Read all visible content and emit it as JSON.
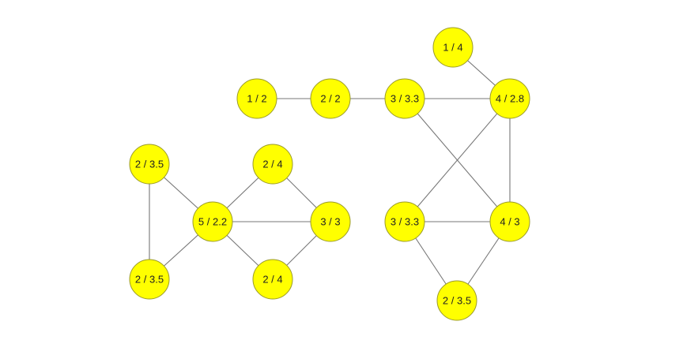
{
  "colors": {
    "node_fill": "#ffff00",
    "node_stroke": "#9a9a2a",
    "edge": "#777777",
    "label": "#222222",
    "background": "#ffffff"
  },
  "nodes": [
    {
      "id": "a1",
      "label": "1 / 4"
    },
    {
      "id": "a2",
      "label": "1 / 2"
    },
    {
      "id": "a3",
      "label": "2 / 2"
    },
    {
      "id": "a4",
      "label": "3 / 3.3"
    },
    {
      "id": "a5",
      "label": "4 / 2.8"
    },
    {
      "id": "a6",
      "label": "3 / 3.3"
    },
    {
      "id": "a7",
      "label": "4 / 3"
    },
    {
      "id": "a8",
      "label": "2 / 3.5"
    },
    {
      "id": "b1",
      "label": "2 / 3.5"
    },
    {
      "id": "b2",
      "label": "2 / 4"
    },
    {
      "id": "b3",
      "label": "5 / 2.2"
    },
    {
      "id": "b4",
      "label": "3 / 3"
    },
    {
      "id": "b5",
      "label": "2 / 3.5"
    },
    {
      "id": "b6",
      "label": "2 / 4"
    }
  ],
  "edges": [
    [
      "a2",
      "a3"
    ],
    [
      "a3",
      "a4"
    ],
    [
      "a4",
      "a5"
    ],
    [
      "a1",
      "a5"
    ],
    [
      "a4",
      "a7"
    ],
    [
      "a5",
      "a6"
    ],
    [
      "a5",
      "a7"
    ],
    [
      "a6",
      "a7"
    ],
    [
      "a6",
      "a8"
    ],
    [
      "a7",
      "a8"
    ],
    [
      "b1",
      "b3"
    ],
    [
      "b1",
      "b5"
    ],
    [
      "b5",
      "b3"
    ],
    [
      "b3",
      "b2"
    ],
    [
      "b3",
      "b4"
    ],
    [
      "b3",
      "b6"
    ],
    [
      "b2",
      "b4"
    ],
    [
      "b6",
      "b4"
    ]
  ]
}
